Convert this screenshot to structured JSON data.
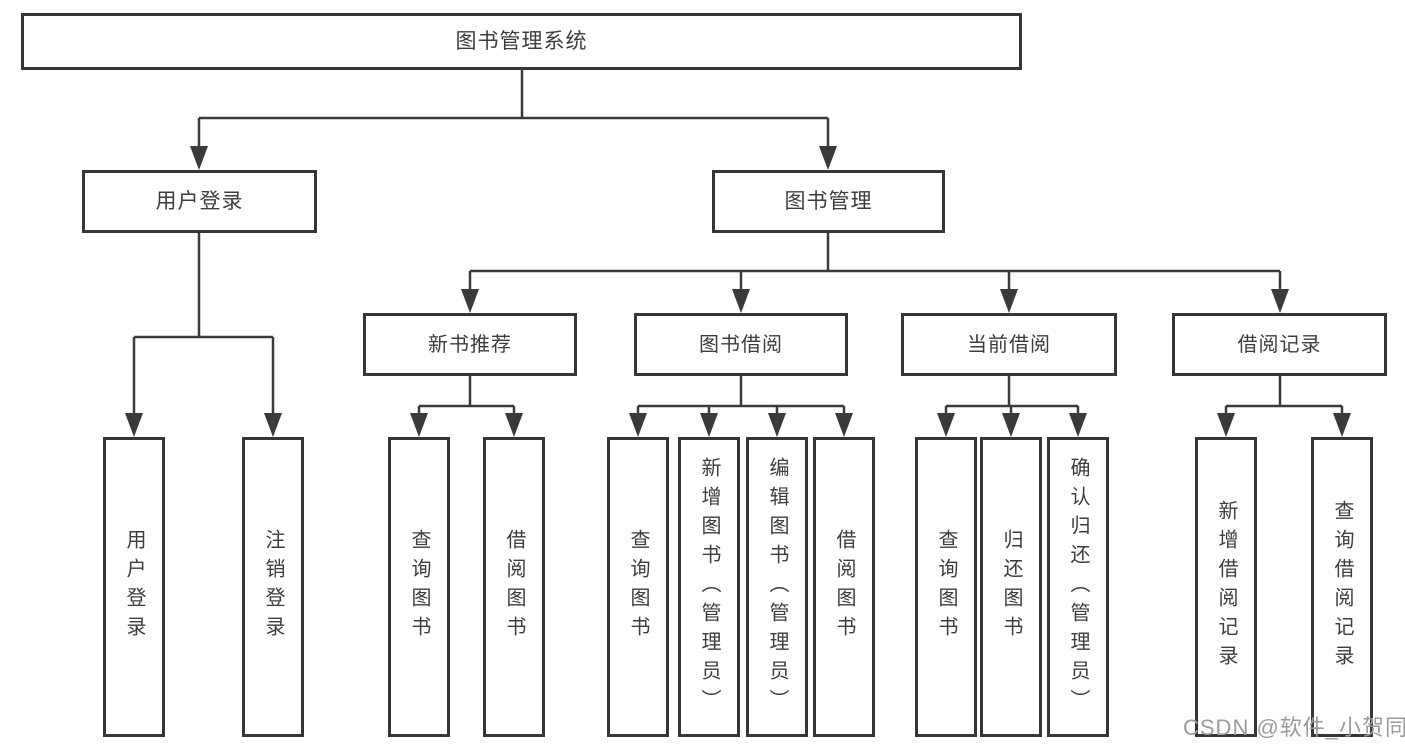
{
  "diagram": {
    "root": {
      "label": "图书管理系统"
    },
    "branches": [
      {
        "label": "用户登录",
        "children": [
          {
            "label": "用户登录"
          },
          {
            "label": "注销登录"
          }
        ]
      },
      {
        "label": "图书管理",
        "children": [
          {
            "label": "新书推荐",
            "children": [
              {
                "label": "查询图书"
              },
              {
                "label": "借阅图书"
              }
            ]
          },
          {
            "label": "图书借阅",
            "children": [
              {
                "label": "查询图书"
              },
              {
                "label": "新增图书（管理员）"
              },
              {
                "label": "编辑图书（管理员）"
              },
              {
                "label": "借阅图书"
              }
            ]
          },
          {
            "label": "当前借阅",
            "children": [
              {
                "label": "查询图书"
              },
              {
                "label": "归还图书"
              },
              {
                "label": "确认归还（管理员）"
              }
            ]
          },
          {
            "label": "借阅记录",
            "children": [
              {
                "label": "新增借阅记录"
              },
              {
                "label": "查询借阅记录"
              }
            ]
          }
        ]
      }
    ]
  },
  "watermark": {
    "text": "CSDN @软件_小贺同学"
  },
  "colors": {
    "line": "#3a3a3a",
    "box_border": "#363636",
    "text": "#3d3d3d",
    "watermark": "#9b9b9b",
    "background": "#ffffff"
  }
}
